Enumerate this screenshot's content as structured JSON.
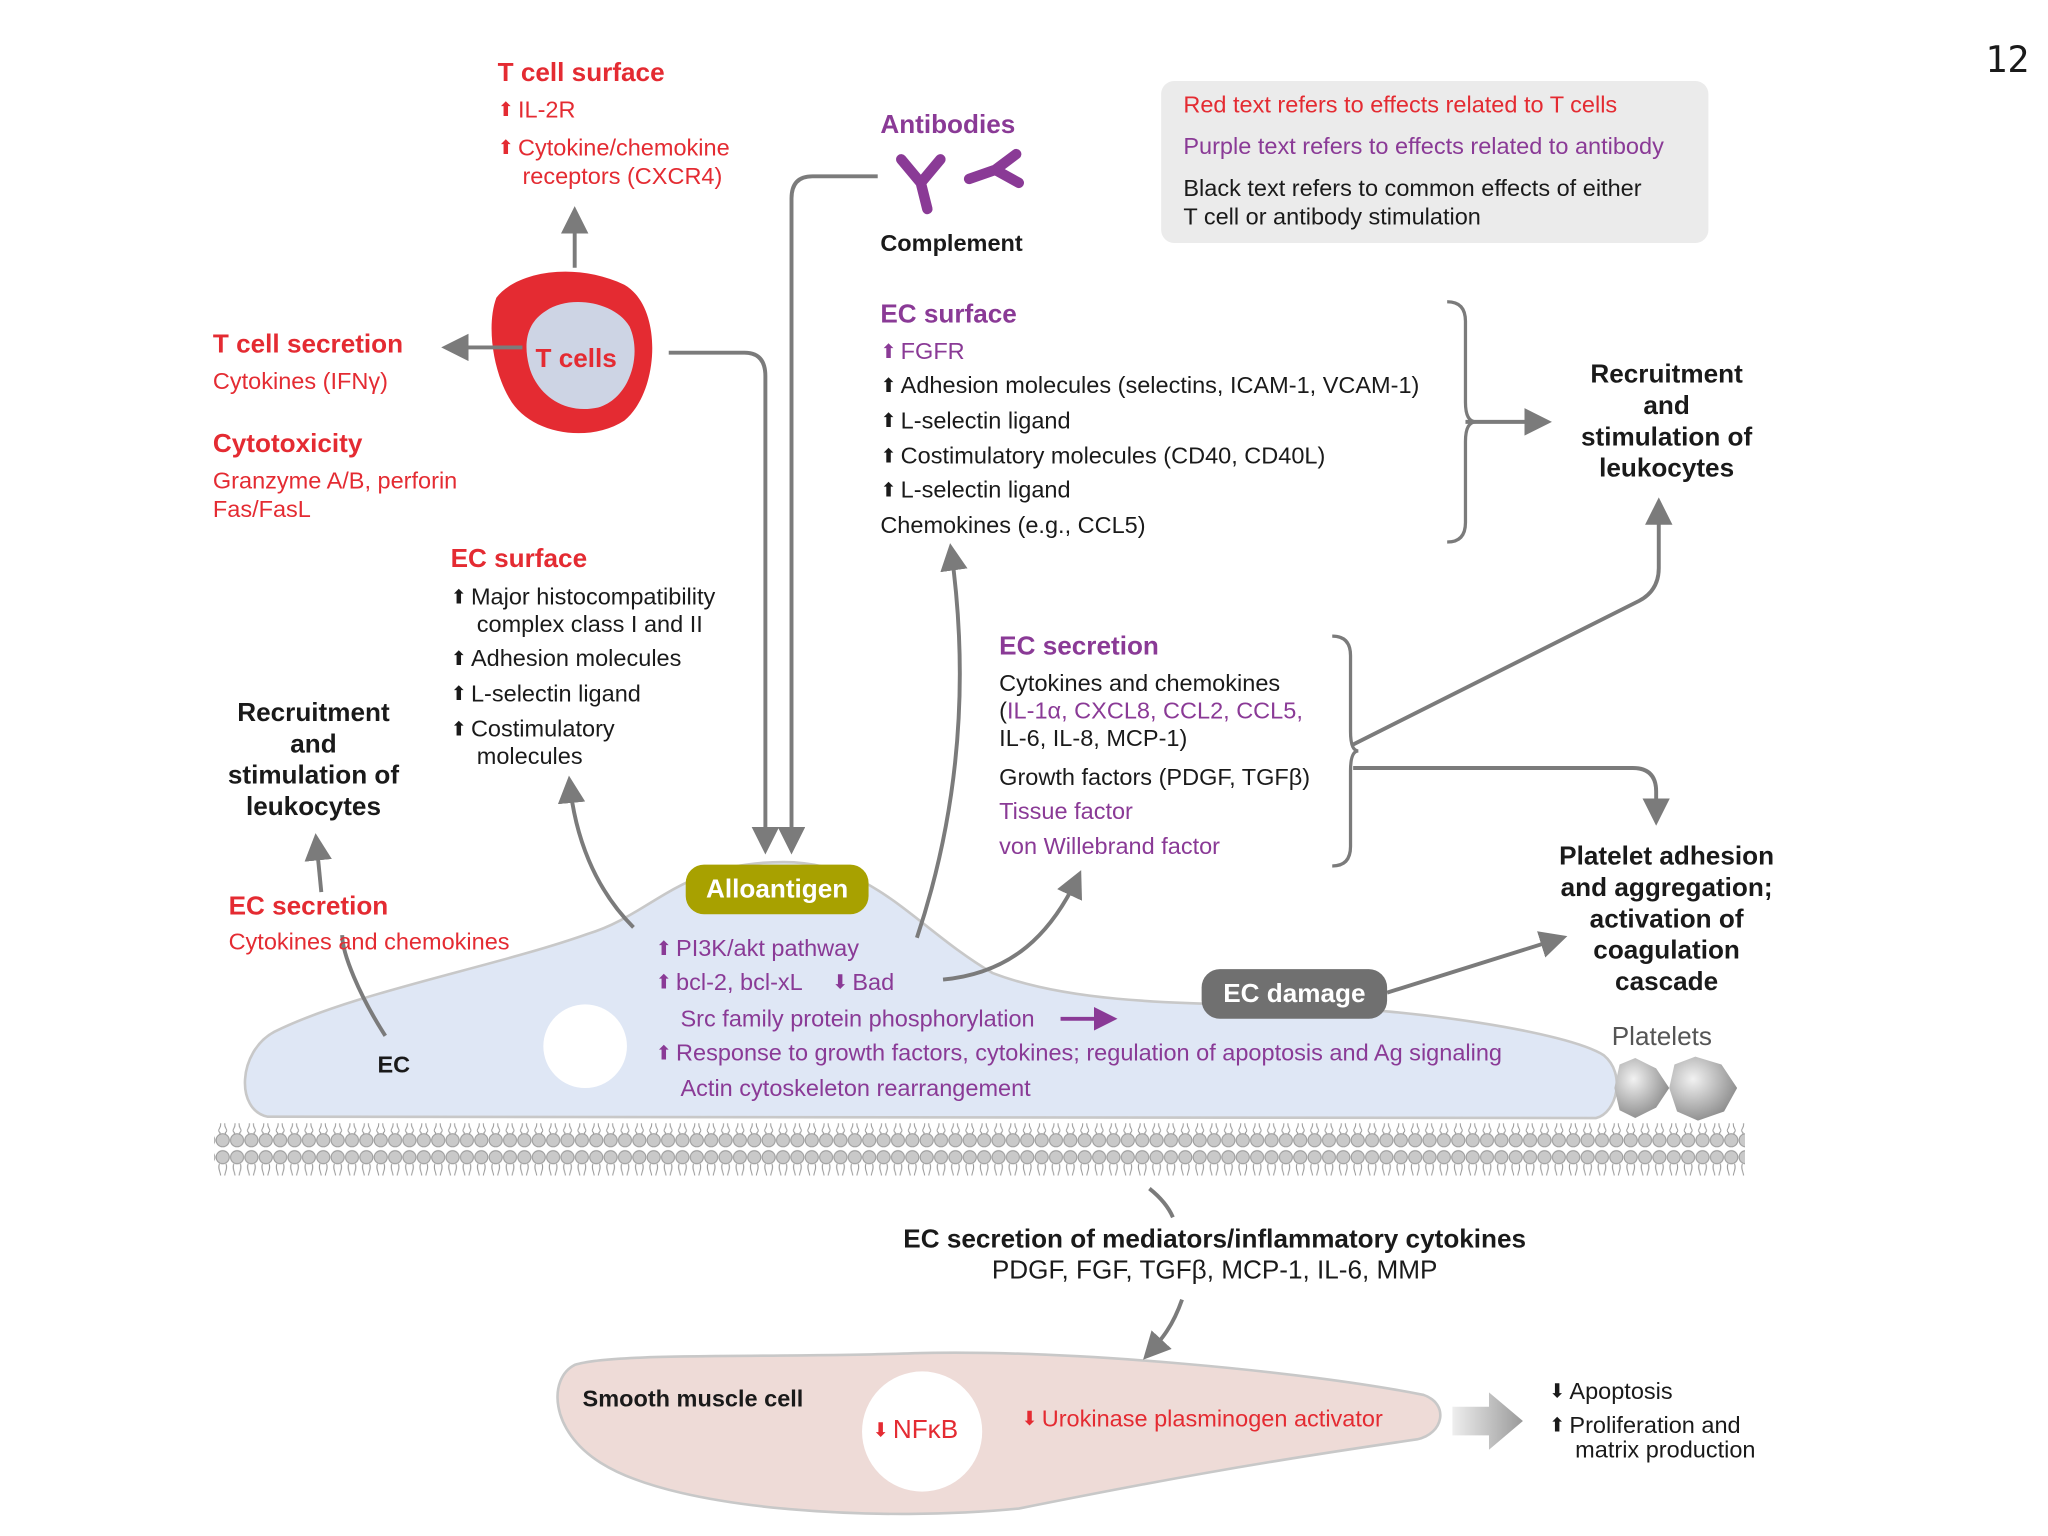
{
  "page_number": "12",
  "legend": {
    "red": "Red text refers to effects related to T cells",
    "purple": "Purple text refers to effects related to antibody",
    "black_1": "Black text refers to common effects of either",
    "black_2": "T cell or antibody stimulation"
  },
  "tcell_surface": {
    "title": "T cell surface",
    "il2r": "IL-2R",
    "receptors_1": "Cytokine/chemokine",
    "receptors_2": "receptors (CXCR4)"
  },
  "tcells_label": "T cells",
  "tcell_secretion": {
    "title": "T cell secretion",
    "item": "Cytokines (IFNγ)"
  },
  "cytotoxicity": {
    "title": "Cytotoxicity",
    "item_1": "Granzyme A/B, perforin",
    "item_2": "Fas/FasL"
  },
  "antibodies": {
    "title": "Antibodies",
    "complement": "Complement"
  },
  "ec_surface_top": {
    "title": "EC surface",
    "fgfr": "FGFR",
    "adhesion": "Adhesion molecules (selectins, ICAM-1, VCAM-1)",
    "lselectin_1": "L-selectin ligand",
    "costim": "Costimulatory molecules (CD40, CD40L)",
    "lselectin_2": "L-selectin ligand",
    "chemokines": "Chemokines (e.g., CCL5)"
  },
  "recruit_right": {
    "l1": "Recruitment",
    "l2": "and",
    "l3": "stimulation of",
    "l4": "leukocytes"
  },
  "ec_surface_left": {
    "title": "EC surface",
    "mhc_1": "Major histocompatibility",
    "mhc_2": "complex class I and II",
    "adhesion": "Adhesion molecules",
    "lselectin": "L-selectin ligand",
    "costim_1": "Costimulatory",
    "costim_2": "molecules"
  },
  "recruit_left": {
    "l1": "Recruitment",
    "l2": "and",
    "l3": "stimulation of",
    "l4": "leukocytes"
  },
  "ec_secretion_left": {
    "title": "EC secretion",
    "item": "Cytokines and chemokines"
  },
  "ec_secretion_right": {
    "title": "EC secretion",
    "cyto_1": "Cytokines and chemokines",
    "cyto_2a": "(",
    "cyto_2b": "IL-1α, CXCL8, CCL2, CCL5,",
    "cyto_3": "IL-6, IL-8, MCP-1)",
    "growth": "Growth factors (PDGF, TGFβ)",
    "tissue": "Tissue factor",
    "vwf": "von Willebrand factor"
  },
  "platelet": {
    "l1": "Platelet adhesion",
    "l2": "and aggregation;",
    "l3": "activation of",
    "l4": "coagulation",
    "l5": "cascade"
  },
  "platelets_label": "Platelets",
  "alloantigen": "Alloantigen",
  "ec_damage": "EC damage",
  "ec_label": "EC",
  "ec_internal": {
    "pi3k": "PI3K/akt pathway",
    "bcl": "bcl-2, bcl-xL",
    "bad": "Bad",
    "src": "Src family protein phosphorylation",
    "response": "Response to growth factors, cytokines; regulation of apoptosis and Ag signaling",
    "actin": "Actin cytoskeleton rearrangement"
  },
  "mediators": {
    "title": "EC secretion of mediators/inflammatory cytokines",
    "list": "PDGF, FGF, TGFβ, MCP-1, IL-6, MMP"
  },
  "smc": {
    "title": "Smooth muscle cell",
    "nfkb": "NFκB",
    "upa": "Urokinase plasminogen activator",
    "apoptosis": "Apoptosis",
    "prolif_1": "Proliferation and",
    "prolif_2": "matrix production"
  },
  "colors": {
    "red": "#e42b32",
    "purple": "#8a3a96",
    "olive": "#a8a100",
    "gray_pill": "#707070",
    "ec_fill": "#dfe7f5",
    "smc_fill": "#eedbd7"
  }
}
